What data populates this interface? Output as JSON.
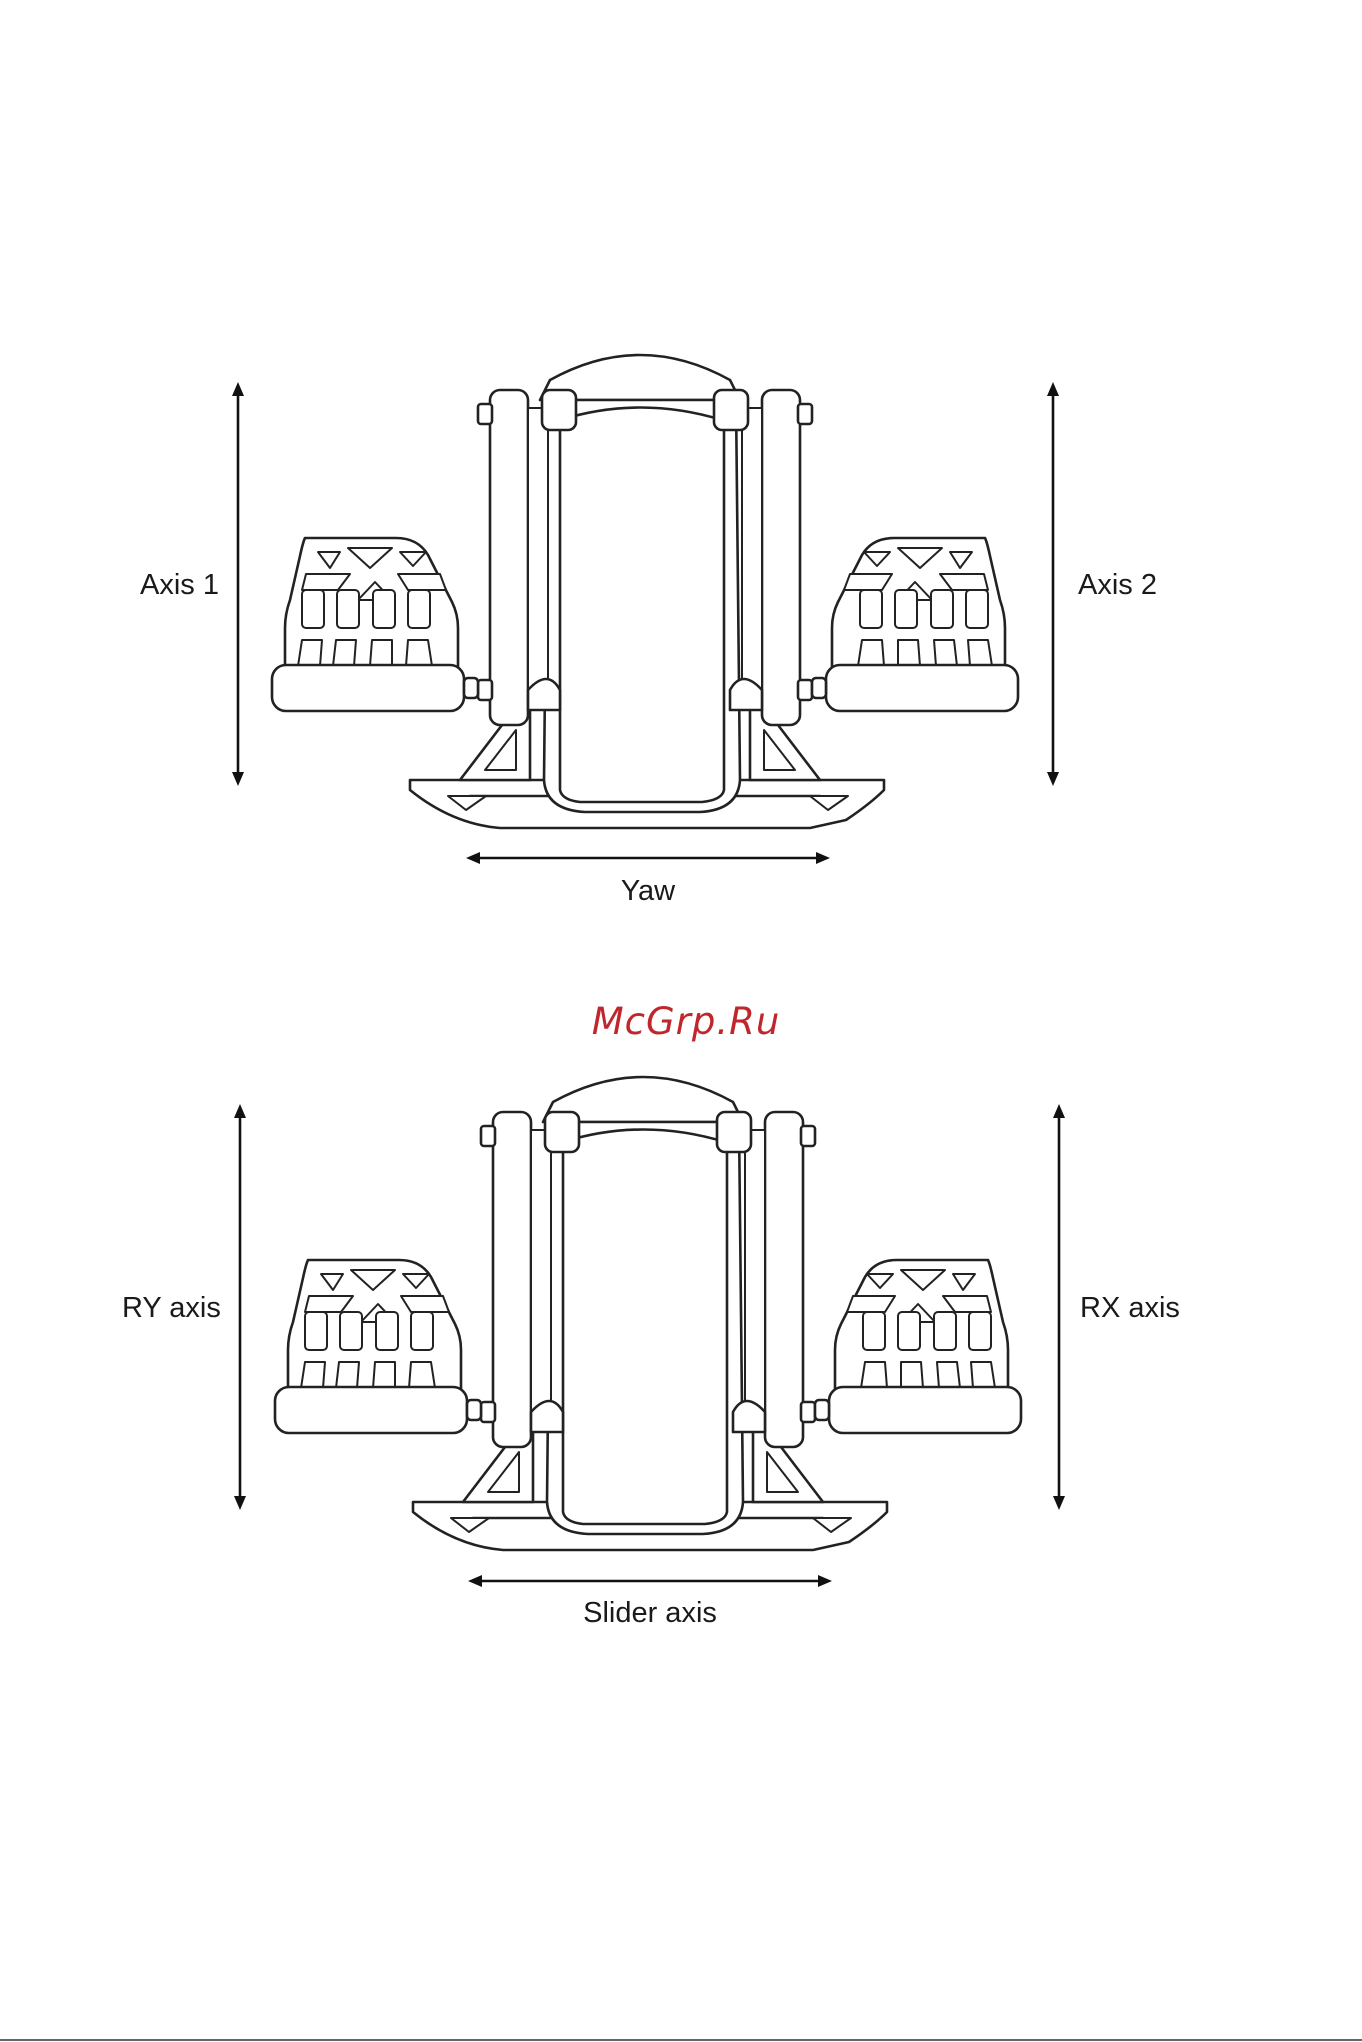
{
  "watermark": "McGrp.Ru",
  "diagrams": [
    {
      "left_label": "Axis 1",
      "right_label": "Axis 2",
      "bottom_label": "Yaw"
    },
    {
      "left_label": "RY axis",
      "right_label": "RX axis",
      "bottom_label": "Slider axis"
    }
  ],
  "colors": {
    "watermark": "#c0272d",
    "line": "#222222",
    "background": "#ffffff"
  }
}
